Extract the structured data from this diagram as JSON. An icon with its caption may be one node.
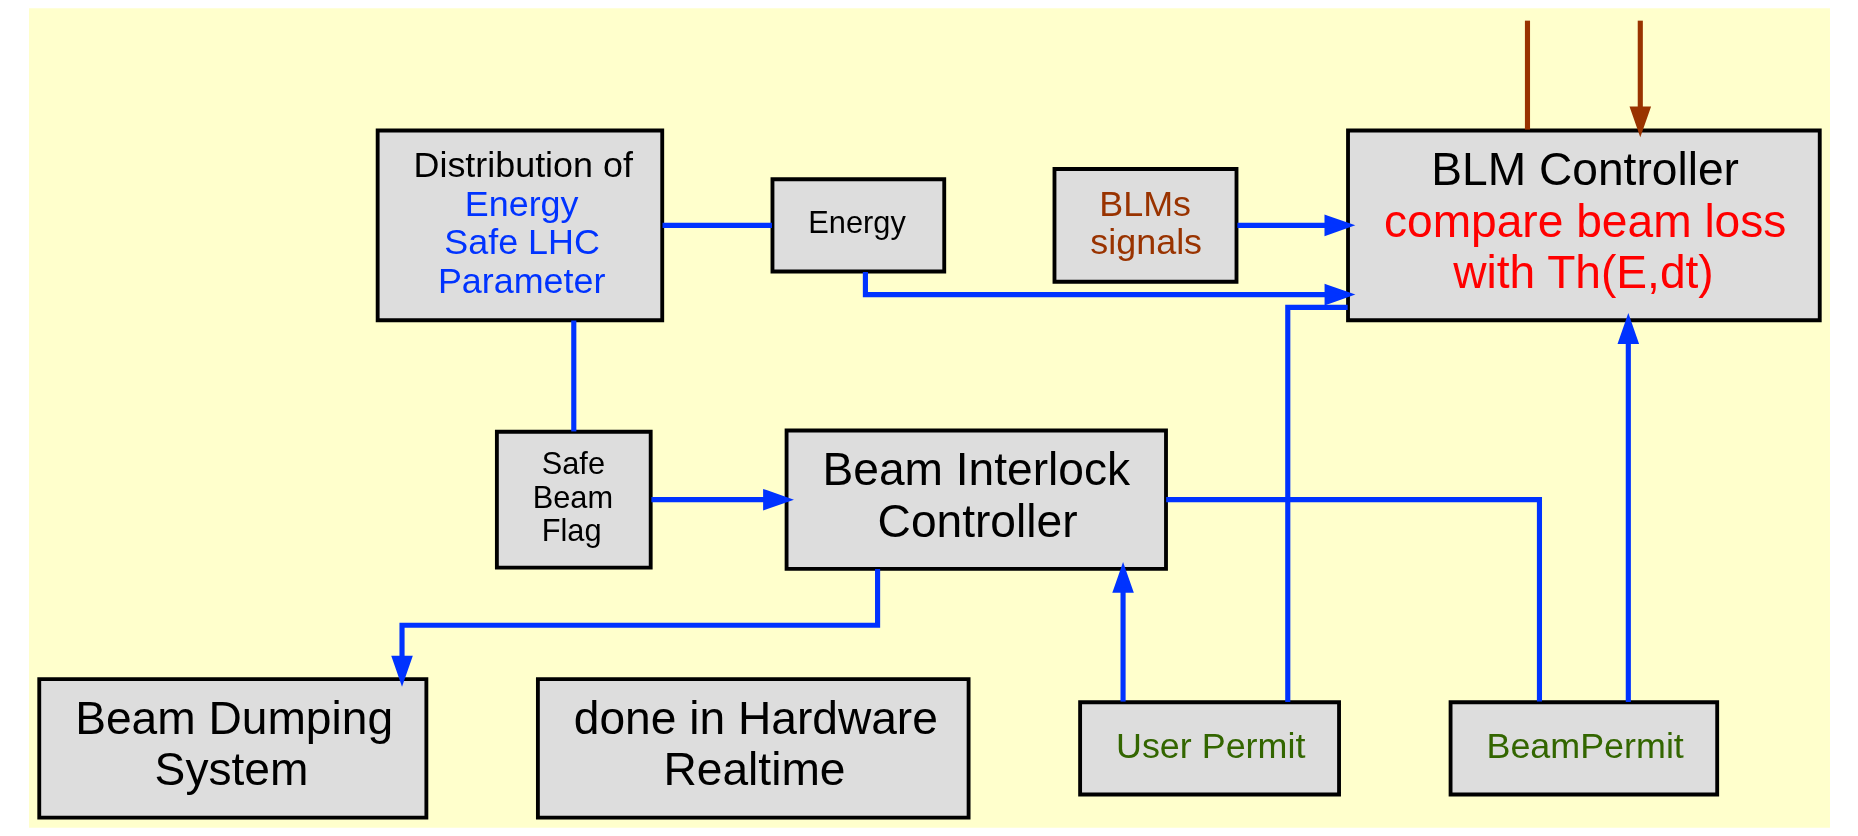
{
  "diagram": {
    "nodes": [
      {
        "text": [
          "Distribution of",
          "Energy",
          "Safe LHC Parameter"
        ]
      },
      {
        "text": [
          "Energy"
        ]
      },
      {
        "text": [
          "BLM Controller",
          "compare beam loss with Th(E,dt)"
        ]
      },
      {
        "text": [
          "BLMs signals"
        ]
      },
      {
        "text": [
          "User Permit"
        ]
      },
      {
        "text": [
          "BeamPermit"
        ]
      },
      {
        "text": [
          "Safe Beam Flag"
        ]
      },
      {
        "text": [
          "Beam Interlock Controller"
        ]
      },
      {
        "text": [
          "Beam Dumping System"
        ]
      },
      {
        "text": [
          "done in Hardware Realtime"
        ]
      }
    ],
    "edges": [
      {
        "from": 0,
        "to": 1,
        "arrow": "none"
      },
      {
        "from": 1,
        "to": 2,
        "arrow": "to"
      },
      {
        "from": 3,
        "to": 2,
        "arrow": "to"
      },
      {
        "from": 2,
        "to": 4,
        "arrow": "none"
      },
      {
        "from": 4,
        "to": 7,
        "arrow": "to"
      },
      {
        "from": 7,
        "to": 5,
        "arrow": "none"
      },
      {
        "from": 5,
        "to": 2,
        "arrow": "to"
      },
      {
        "from": 0,
        "to": 6,
        "arrow": "none"
      },
      {
        "from": 6,
        "to": 7,
        "arrow": "to"
      },
      {
        "from": 7,
        "to": 8,
        "arrow": "to"
      },
      {
        "from": 2,
        "to": null,
        "arrow": "none",
        "color": "#993300"
      },
      {
        "from": null,
        "to": 2,
        "arrow": "to",
        "color": "#993300"
      }
    ]
  }
}
